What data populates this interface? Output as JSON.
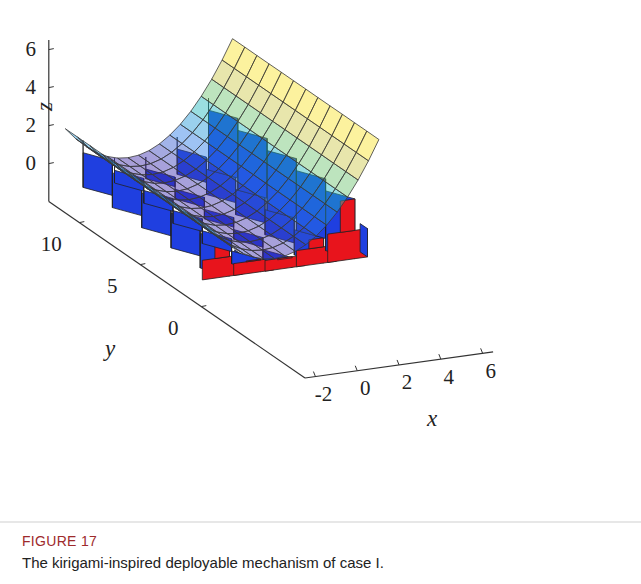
{
  "diagram": {
    "caption": "The kirigami-inspired deployable mechanism of case I.",
    "labels": [
      "6",
      "4",
      "2",
      "0",
      "z",
      "10",
      "5",
      "0",
      "y",
      "-2",
      "0",
      "2",
      "4",
      "6",
      "x",
      "FIGURE 17"
    ]
  }
}
